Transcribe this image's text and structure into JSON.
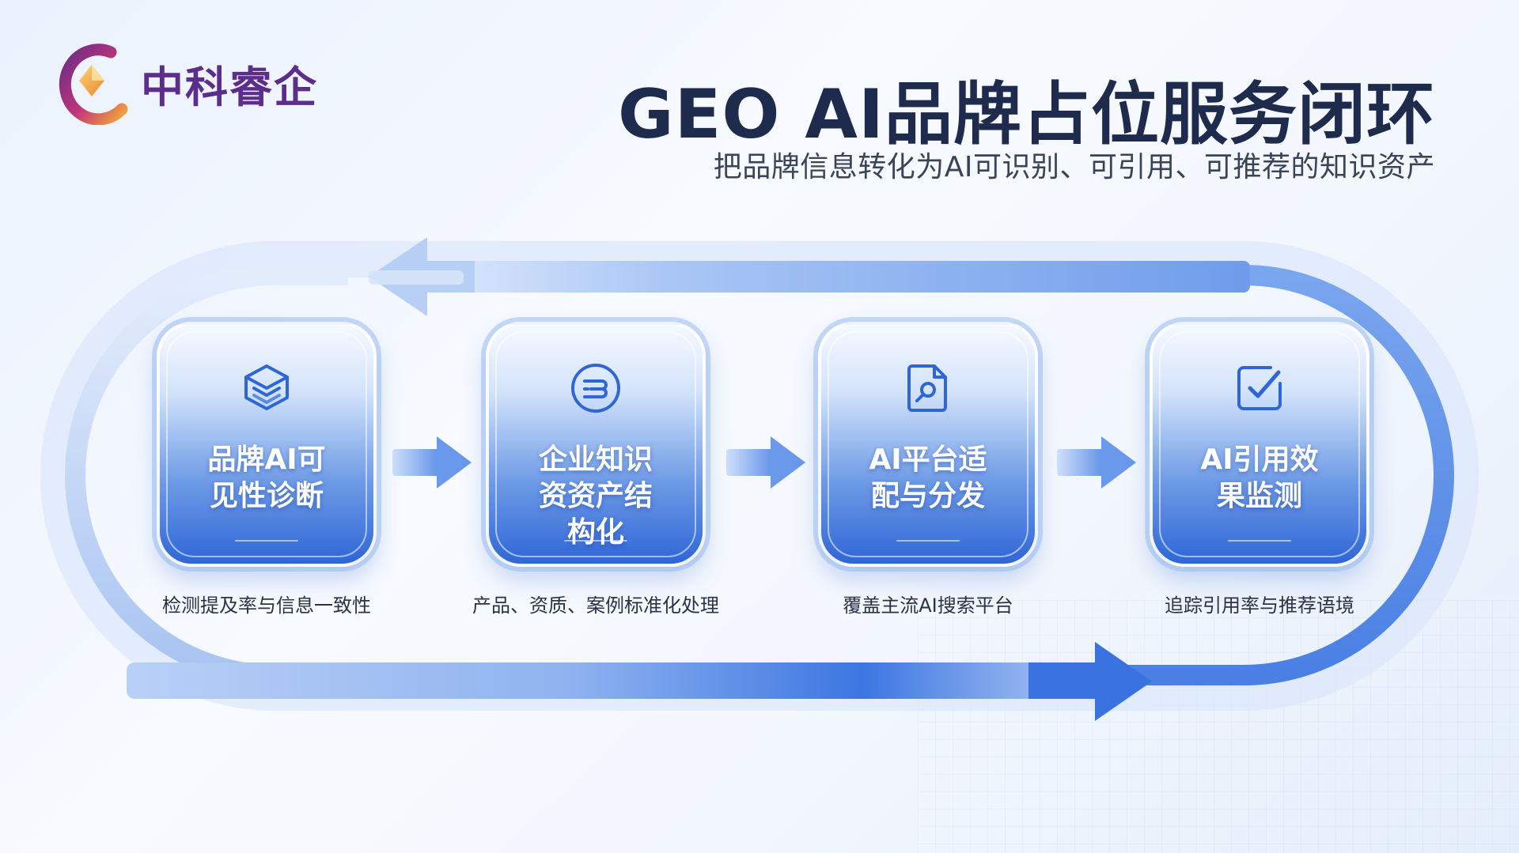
{
  "brand": {
    "name": "中科睿企"
  },
  "header": {
    "title": "GEO AI品牌占位服务闭环",
    "subtitle": "把品牌信息转化为AI可识别、可引用、可推荐的知识资产"
  },
  "steps": [
    {
      "title": "品牌AI可见性诊断",
      "description": "检测提及率与信息一致性",
      "icon": "layers-check-icon"
    },
    {
      "title": "企业知识资资产结构化",
      "description": "产品、资质、案例标准化处理",
      "icon": "list-circle-icon"
    },
    {
      "title": "AI平台适配与分发",
      "description": "覆盖主流AI搜索平台",
      "icon": "document-search-icon"
    },
    {
      "title": "AI引用效果监测",
      "description": "追踪引用率与推荐语境",
      "icon": "checkbox-icon"
    }
  ],
  "colors": {
    "primary_blue": "#2f66d6",
    "loop_blue": "#3f7ae3",
    "title_navy": "#1f2b4d",
    "brand_purple": "#5d2d8c",
    "brand_gold": "#f1a43a"
  }
}
